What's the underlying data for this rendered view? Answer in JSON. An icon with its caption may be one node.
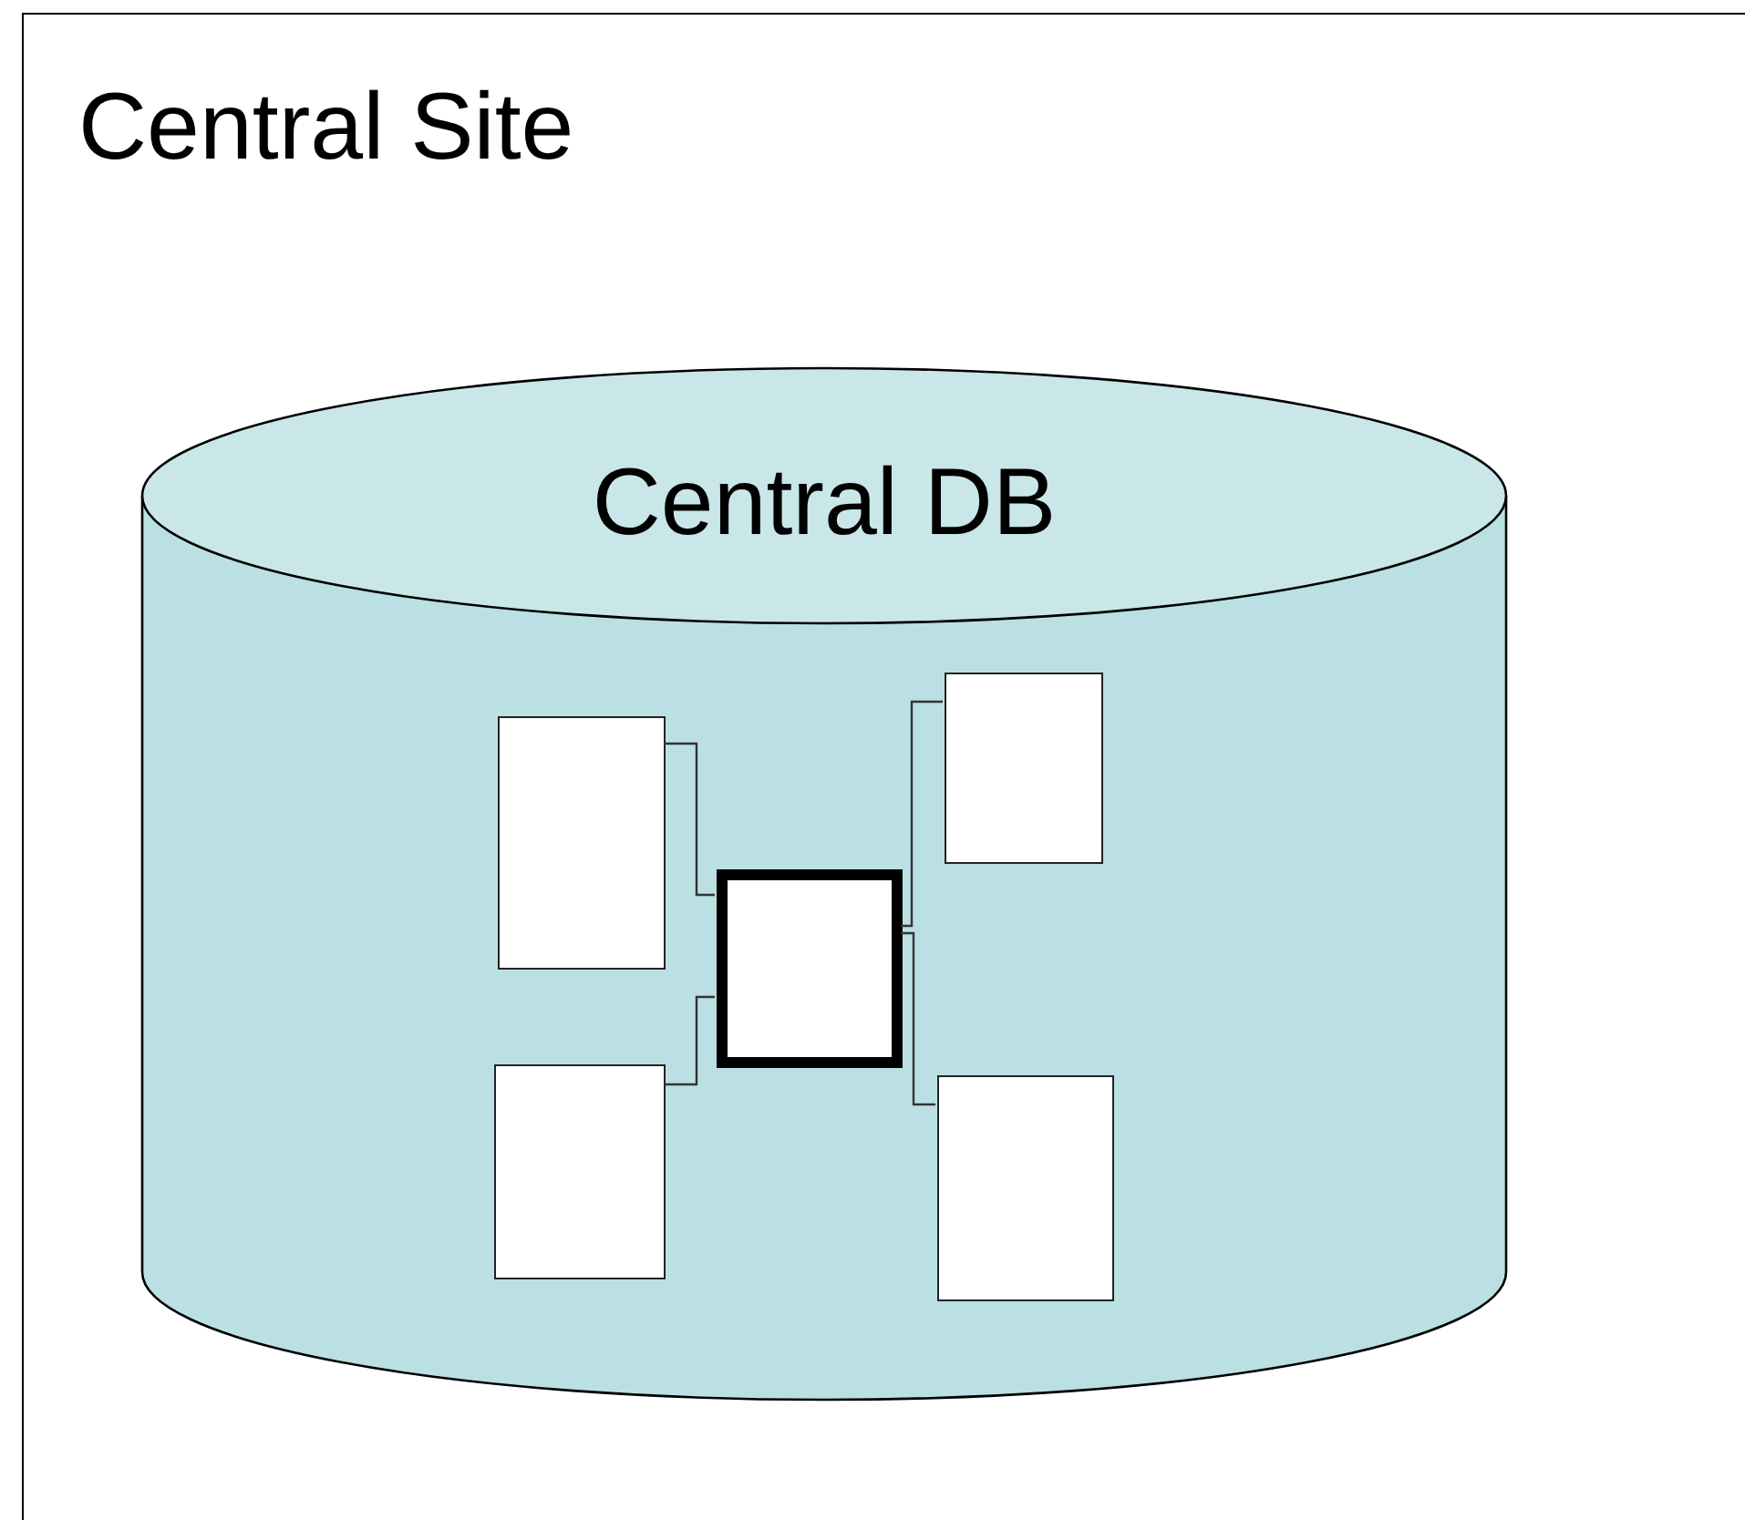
{
  "diagram": {
    "nodes": [
      {
        "text": [
          "Central Site"
        ]
      },
      {
        "text": [
          "Central DB"
        ],
        "in": 0
      },
      {
        "text": [],
        "shape": "box",
        "in": 1
      },
      {
        "text": [],
        "shape": "box",
        "in": 1
      },
      {
        "text": [],
        "shape": "box",
        "in": 1
      },
      {
        "text": [],
        "shape": "box",
        "in": 1
      },
      {
        "text": [],
        "shape": "box",
        "in": 1
      }
    ],
    "edges": [
      {
        "from": 2,
        "to": 4,
        "arrow": "none"
      },
      {
        "from": 3,
        "to": 4,
        "arrow": "none"
      },
      {
        "from": 4,
        "to": 5,
        "arrow": "none"
      },
      {
        "from": 4,
        "to": 6,
        "arrow": "none"
      }
    ]
  }
}
